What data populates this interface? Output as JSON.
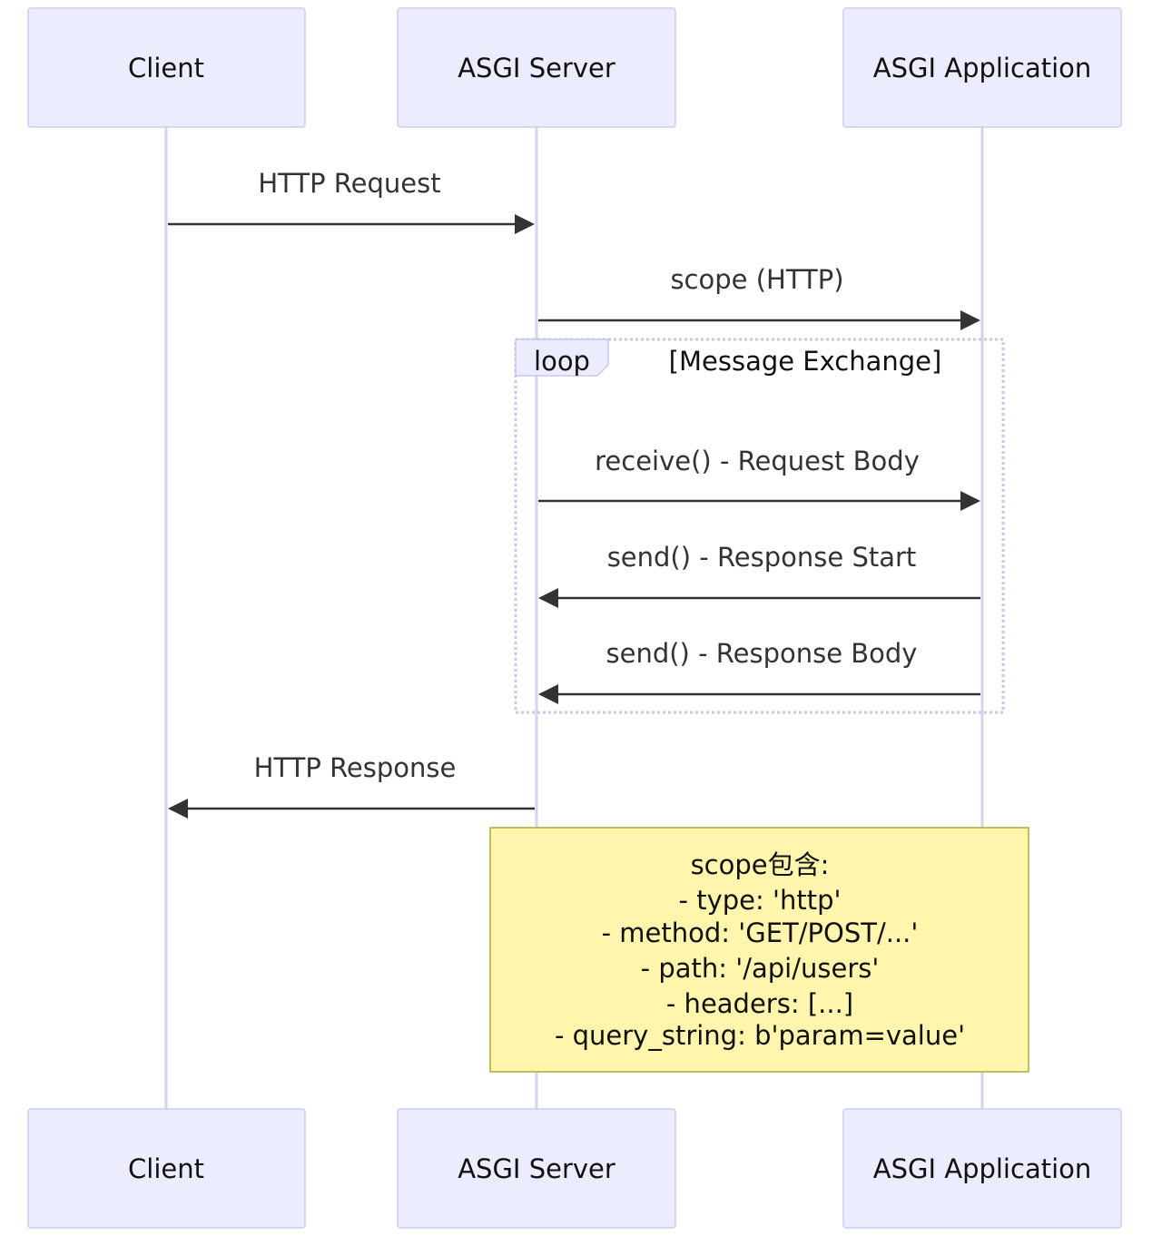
{
  "actors": {
    "client": "Client",
    "server": "ASGI Server",
    "app": "ASGI Application"
  },
  "messages": {
    "http_request": "HTTP Request",
    "scope": "scope (HTTP)",
    "receive": "receive() - Request Body",
    "send_start": "send() - Response Start",
    "send_body": "send() - Response Body",
    "http_response": "HTTP Response"
  },
  "loop": {
    "keyword": "loop",
    "label": "[Message Exchange]"
  },
  "note": {
    "lines": [
      "scope包含:",
      "- type: 'http'",
      "- method: 'GET/POST/...'",
      "- path: '/api/users'",
      "- headers: [...]",
      "- query_string: b'param=value'"
    ]
  },
  "colors": {
    "actor_fill": "#ececff",
    "actor_border": "#cdccee",
    "lifeline": "#d7d2ee",
    "arrow": "#333333",
    "note_fill": "#fff5ad",
    "note_border": "#aaaa33"
  }
}
